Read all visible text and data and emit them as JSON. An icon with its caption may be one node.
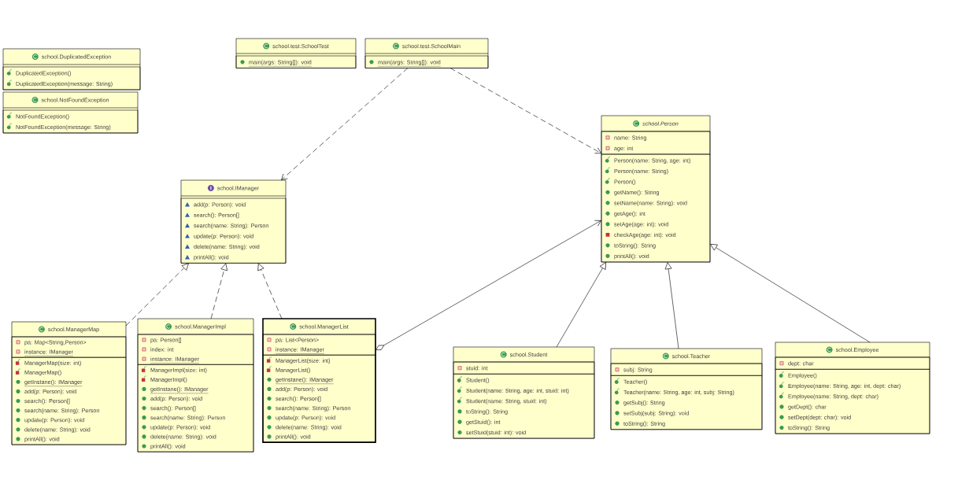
{
  "diagram": {
    "nodes": [
      {
        "text": [
          "school.DuplicatedException"
        ]
      },
      {
        "text": [
          "DuplicatedException()",
          "DuplicatedException(message: String)"
        ],
        "in": 0
      },
      {
        "text": [
          "school.NotFoundException"
        ]
      },
      {
        "text": [
          "NotFoundException()",
          "NotFoundException(message: String)"
        ],
        "in": 2
      },
      {
        "text": [
          "school.test.SchoolTest"
        ]
      },
      {
        "text": [
          "main(args: String[]): void"
        ],
        "in": 4
      },
      {
        "text": [
          "school.test.SchoolMain"
        ]
      },
      {
        "text": [
          "main(args: String[]): void"
        ],
        "in": 6
      },
      {
        "text": [
          "school.Person"
        ]
      },
      {
        "text": [
          "name: String",
          "age: int"
        ],
        "in": 8
      },
      {
        "text": [
          "Person(name: String, age: int)",
          "Person(name: String)",
          "Person()",
          "getName(): String",
          "setName(name: String): void",
          "getAge(): int",
          "setAge(age: int): void",
          "checkAge(age: int): void",
          "toString(): String",
          "printAll(): void"
        ],
        "in": 8
      },
      {
        "text": [
          "school.IManager"
        ]
      },
      {
        "text": [
          "add(p: Person): void",
          "search(): Person[]",
          "search(name: String): Person",
          "update(p: Person): void",
          "delete(name: String): void",
          "printAll(): void"
        ],
        "in": 11
      },
      {
        "text": [
          "school.ManagerMap"
        ]
      },
      {
        "text": [
          "pa: Map<String,Person>",
          "instance: IManager"
        ],
        "in": 13
      },
      {
        "text": [
          "ManagerMap(size: int)",
          "ManagerMap()",
          "getInstane(): IManager",
          "add(p: Person): void",
          "search(): Person[]",
          "search(name: String): Person",
          "update(p: Person): void",
          "delete(name: String): void",
          "printAll(): void"
        ],
        "in": 13
      },
      {
        "text": [
          "school.ManagerImpl"
        ]
      },
      {
        "text": [
          "pa: Person[]",
          "index: int",
          "instance: IManager"
        ],
        "in": 16
      },
      {
        "text": [
          "ManagerImpl(size: int)",
          "ManagerImpl()",
          "getInstane(): IManager",
          "add(p: Person): void",
          "search(): Person[]",
          "search(name: String): Person",
          "update(p: Person): void",
          "delete(name: String): void",
          "printAll(): void"
        ],
        "in": 16
      },
      {
        "text": [
          "school.ManagerList"
        ]
      },
      {
        "text": [
          "pa: List<Person>",
          "instance: IManager"
        ],
        "in": 19
      },
      {
        "text": [
          "ManagerList(size: int)",
          "ManagerList()",
          "getInstane(): IManager",
          "add(p: Person): void",
          "search(): Person[]",
          "search(name: String): Person",
          "update(p: Person): void",
          "delete(name: String): void",
          "printAll(): void"
        ],
        "in": 19
      },
      {
        "text": [
          "school.Student"
        ]
      },
      {
        "text": [
          "stuid: int"
        ],
        "in": 22
      },
      {
        "text": [
          "Student()",
          "Student(name: String, age: int, stuid: int)",
          "Student(name: String, stuid: int)",
          "toString(): String",
          "getStuid(): int",
          "setStuid(stuid: int): void"
        ],
        "in": 22
      },
      {
        "text": [
          "school.Teacher"
        ]
      },
      {
        "text": [
          "subj: String"
        ],
        "in": 25
      },
      {
        "text": [
          "Teacher()",
          "Teacher(name: String, age: int, subj: String)",
          "getSubj(): String",
          "setSubj(subj: String): void",
          "toString(): String"
        ],
        "in": 25
      },
      {
        "text": [
          "school.Employee"
        ]
      },
      {
        "text": [
          "dept: char"
        ],
        "in": 28
      },
      {
        "text": [
          "Employee()",
          "Employee(name: String, age: int, dept: char)",
          "Employee(name: String, dept: char)",
          "getDept(): char",
          "setDept(dept: char): void",
          "toString(): String"
        ],
        "in": 28
      }
    ],
    "edges": [
      {
        "from": 6,
        "to": 11,
        "arrow": "to",
        "style": "dashed"
      },
      {
        "from": 6,
        "to": 8,
        "arrow": "to",
        "style": "dashed"
      },
      {
        "from": 13,
        "to": 11,
        "arrow": "to",
        "style": "dashed"
      },
      {
        "from": 16,
        "to": 11,
        "arrow": "to",
        "style": "dashed"
      },
      {
        "from": 19,
        "to": 11,
        "arrow": "to",
        "style": "dashed"
      },
      {
        "from": 19,
        "to": 8,
        "arrow": "to"
      },
      {
        "from": 22,
        "to": 8,
        "arrow": "to"
      },
      {
        "from": 25,
        "to": 8,
        "arrow": "to"
      },
      {
        "from": 28,
        "to": 8,
        "arrow": "to"
      }
    ]
  }
}
